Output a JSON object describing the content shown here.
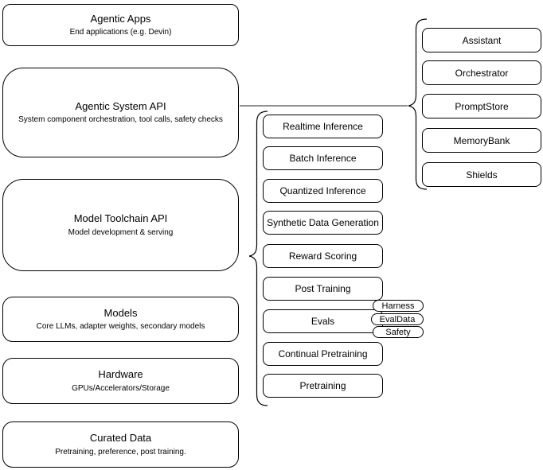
{
  "diagram": {
    "left_stack": [
      {
        "title": "Agentic Apps",
        "subtitle": "End applications (e.g. Devin)"
      },
      {
        "title": "Agentic System API",
        "subtitle": "System component orchestration, tool calls, safety checks"
      },
      {
        "title": "Model Toolchain API",
        "subtitle": "Model development & serving"
      },
      {
        "title": "Models",
        "subtitle": "Core LLMs, adapter weights, secondary models"
      },
      {
        "title": "Hardware",
        "subtitle": "GPUs/Accelerators/Storage"
      },
      {
        "title": "Curated Data",
        "subtitle": "Pretraining, preference, post training."
      }
    ],
    "toolchain_items": [
      "Realtime Inference",
      "Batch Inference",
      "Quantized Inference",
      "Synthetic Data Generation",
      "Reward Scoring",
      "Post Training",
      "Evals",
      "Continual Pretraining",
      "Pretraining"
    ],
    "eval_tags": [
      "Harness",
      "EvalData",
      "Safety"
    ],
    "system_components": [
      "Assistant",
      "Orchestrator",
      "PromptStore",
      "MemoryBank",
      "Shields"
    ],
    "colors": {
      "stroke": "#000000",
      "fill": "#ffffff",
      "connector": "#4d4d4d"
    }
  }
}
